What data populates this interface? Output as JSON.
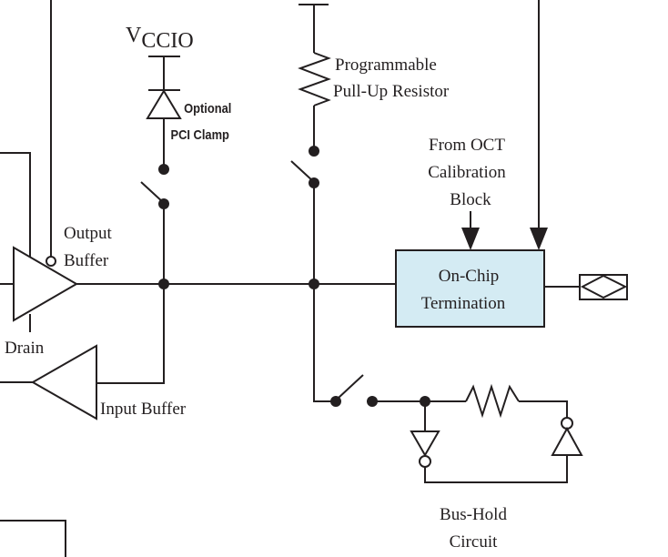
{
  "diagram": {
    "type": "I/O element circuit schematic",
    "labels": {
      "vccio_main": "V",
      "vccio_sub": "CCIO",
      "pci_clamp_line1": "Optional",
      "pci_clamp_line2": "PCI Clamp",
      "pullup_line1": "Programmable",
      "pullup_line2": "Pull-Up Resistor",
      "oct_cal_line1": "From OCT",
      "oct_cal_line2": "Calibration",
      "oct_cal_line3": "Block",
      "output_buffer_line1": "Output",
      "output_buffer_line2": "Buffer",
      "drain": "Drain",
      "input_buffer": "Input Buffer",
      "oct_line1": "On-Chip",
      "oct_line2": "Termination",
      "bushold_line1": "Bus-Hold",
      "bushold_line2": "Circuit"
    },
    "colors": {
      "line": "#231f20",
      "oct_fill": "#d4ebf3"
    }
  }
}
